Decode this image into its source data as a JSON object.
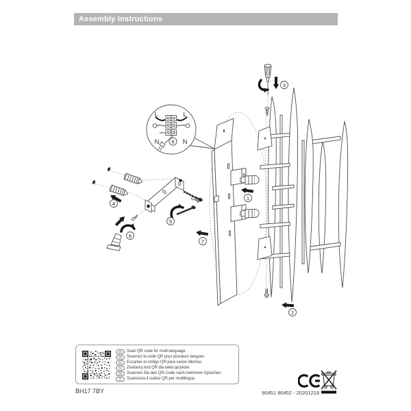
{
  "header": {
    "title": "Assembly Instructions"
  },
  "diagram": {
    "steps": [
      "1",
      "2",
      "3",
      "4",
      "5",
      "6",
      "7",
      "8"
    ],
    "wiring_labels": [
      "L",
      "L",
      "N",
      "N"
    ]
  },
  "qr_section": {
    "lines": [
      {
        "lang": "EN",
        "text": "Scan QR code for multi-language"
      },
      {
        "lang": "FR",
        "text": "Scannez le code QR pour plusieurs langues"
      },
      {
        "lang": "ES",
        "text": "Escanee el código QR para varios idiomas"
      },
      {
        "lang": "PL",
        "text": "Zeskanuj kod QR dla wielu języków"
      },
      {
        "lang": "DE",
        "text": "Scannen Sie den QR-Code nach mehreren Sprachen"
      },
      {
        "lang": "IT",
        "text": "Scansiona il codice QR per multilingua"
      }
    ]
  },
  "footer": {
    "model": "BH17 7BY",
    "code": "90451 90452 - 20201218",
    "ce_mark": "CE",
    "icons": [
      "ce-mark",
      "weee-crossed-bin"
    ]
  }
}
